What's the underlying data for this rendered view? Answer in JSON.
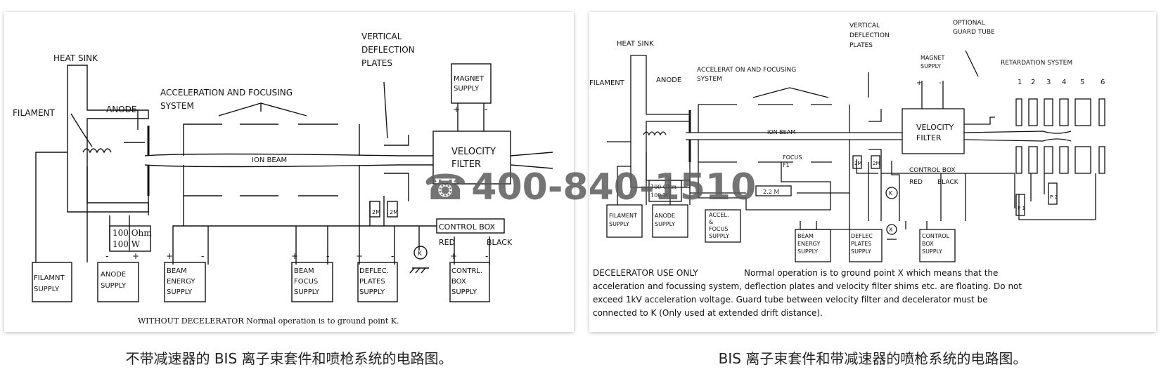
{
  "left": {
    "heat_sink": "HEAT SINK",
    "filament": "FILAMENT",
    "anode": "ANODE",
    "accel_line1": "ACCELERATION AND FOCUSING",
    "accel_line2": "SYSTEM",
    "vdp_line1": "VERTICAL",
    "vdp_line2": "DEFLECTION",
    "vdp_line3": "PLATES",
    "magnet_line1": "MAGNET",
    "magnet_line2": "SUPPLY",
    "vf_line1": "VELOCITY",
    "vf_line2": "FILTER",
    "ion_beam": "ION BEAM",
    "resistor_line1": "100 Ohm",
    "resistor_line2": "100 W",
    "control_box": "CONTROL BOX",
    "red": "RED",
    "black": "BLACK",
    "k": "K",
    "r2m": "2M",
    "plus": "+",
    "minus": "-",
    "filamnt_line1": "FILAMNT",
    "filamnt_line2": "SUPPLY",
    "anode_line1": "ANODE",
    "anode_line2": "SUPPLY",
    "beam_energy_line1": "BEAM",
    "beam_energy_line2": "ENERGY",
    "beam_energy_line3": "SUPPLY",
    "beam_focus_line1": "BEAM",
    "beam_focus_line2": "FOCUS",
    "beam_focus_line3": "SUPPLY",
    "deflec_line1": "DEFLEC.",
    "deflec_line2": "PLATES",
    "deflec_line3": "SUPPLY",
    "contrl_line1": "CONTRL.",
    "contrl_line2": "BOX",
    "contrl_line3": "SUPPLY",
    "note": "WITHOUT DECELERATOR  Normal operation is to ground point K."
  },
  "right": {
    "heat_sink": "HEAT SINK",
    "filament": "FILAMENT",
    "anode": "ANODE",
    "accel_line1": "ACCELERAT ON AND FOCUSING",
    "accel_line2": "SYSTEM",
    "vdp_line1": "VERTICAL",
    "vdp_line2": "DEFLECTION",
    "vdp_line3": "PLATES",
    "guard_line1": "OPTIONAL",
    "guard_line2": "GUARD TUBE",
    "magnet_line1": "MAGNET",
    "magnet_line2": "SUPPLY",
    "retardation": "RETARDATION SYSTEM",
    "electrodes": [
      "1",
      "2",
      "3",
      "4",
      "5",
      "6"
    ],
    "vf_line1": "VELOCITY",
    "vf_line2": "FILTER",
    "ion_beam": "ION BEAM",
    "focus_line1": "FOCUS",
    "focus_line2": "F1",
    "r2m": "2M",
    "resistor_line1": "100 Ohm",
    "resistor_line2": "100 W",
    "r22m": "2.2 M",
    "control_box": "CONTROL BOX",
    "red": "RED",
    "black": "BLACK",
    "k": "K",
    "x": "X",
    "p1": "P 1",
    "p2": "P 2",
    "plus": "+",
    "minus": "-",
    "filament_supply_line1": "FILAMENT",
    "filament_supply_line2": "SUPPLY",
    "anode_line1": "ANODE",
    "anode_line2": "SUPPLY",
    "accel_supply_line1": "ACCEL.",
    "accel_supply_line2": "&",
    "accel_supply_line3": "FOCUS",
    "accel_supply_line4": "SUPPLY",
    "beam_line1": "BEAM",
    "beam_line2": "ENERGY",
    "beam_line3": "SUPPLY",
    "deflec_line1": "DEFLEC",
    "deflec_line2": "PLATES",
    "deflec_line3": "SUPPLY",
    "control_supply_line1": "CONTROL",
    "control_supply_line2": "BOX",
    "control_supply_line3": "SUPPLY",
    "note_heading": "DECELERATOR USE ONLY",
    "note_line1": "Normal operation is to ground point X which means that the",
    "note_line2": "acceleration and focussing system,  deflection plates and velocity filter  shims etc. are floating.  Do not",
    "note_line3": "exceed 1kV acceleration voltage. Guard tube between velocity filter and decelerator must be",
    "note_line4": "connected to K (Only used at extended drift distance)."
  },
  "captions": {
    "left": "不带减速器的 BIS 离子束套件和喷枪系统的电路图。",
    "right": "BIS 离子束套件和带减速器的喷枪系统的电路图。"
  },
  "watermark": {
    "icon": "phone-icon",
    "text": "400-840-1510"
  }
}
